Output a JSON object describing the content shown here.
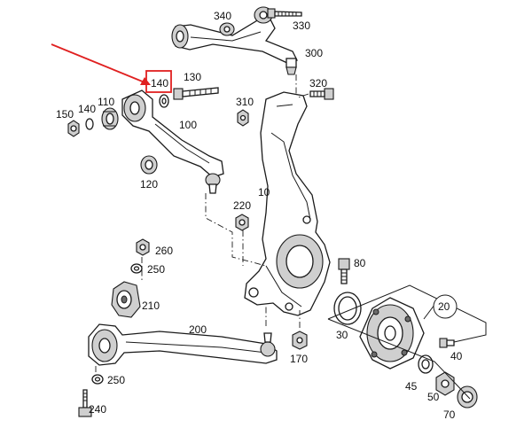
{
  "labels": {
    "l340": "340",
    "l330": "330",
    "l300": "300",
    "l130": "130",
    "l140": "140",
    "l320": "320",
    "l110": "110",
    "l150": "150",
    "l140b": "140",
    "l100": "100",
    "l310": "310",
    "l120": "120",
    "l10": "10",
    "l220": "220",
    "l260": "260",
    "l250a": "250",
    "l80": "80",
    "l210": "210",
    "l200": "200",
    "l20": "20",
    "l30": "30",
    "l40": "40",
    "l170": "170",
    "l250b": "250",
    "l45": "45",
    "l50": "50",
    "l240": "240",
    "l70": "70"
  },
  "highlight": {
    "part_number": "140",
    "color": "#e02020"
  },
  "colors": {
    "line": "#1a1a1a",
    "annotation": "#e02020",
    "background": "#ffffff"
  }
}
